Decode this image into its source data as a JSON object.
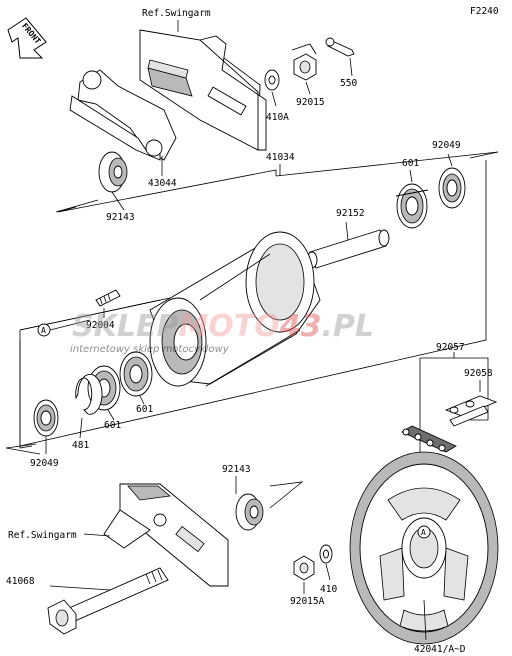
{
  "diagram": {
    "code": "F2240",
    "front_label": "FRONT",
    "ref_top": "Ref.Swingarm",
    "ref_bottom": "Ref.Swingarm",
    "callout_letter": "A",
    "watermark": {
      "brand_left": "SKLEP",
      "brand_mid": "MOTO",
      "brand_num": "43",
      "brand_tld": ".PL",
      "tagline": "internetowy sklep motocyklowy"
    },
    "parts": {
      "p550": "550",
      "p92015": "92015",
      "p410A": "410A",
      "p43044": "43044",
      "p92143_top": "92143",
      "p41034": "41034",
      "p601_right": "601",
      "p92049_right": "92049",
      "p92152": "92152",
      "p92004": "92004",
      "p92057": "92057",
      "p92058": "92058",
      "p601_mid": "601",
      "p601_left": "601",
      "p481": "481",
      "p92049_left": "92049",
      "p92143_bottom": "92143",
      "p41068": "41068",
      "p410": "410",
      "p92015A": "92015A",
      "p42041": "42041/A~D"
    }
  }
}
